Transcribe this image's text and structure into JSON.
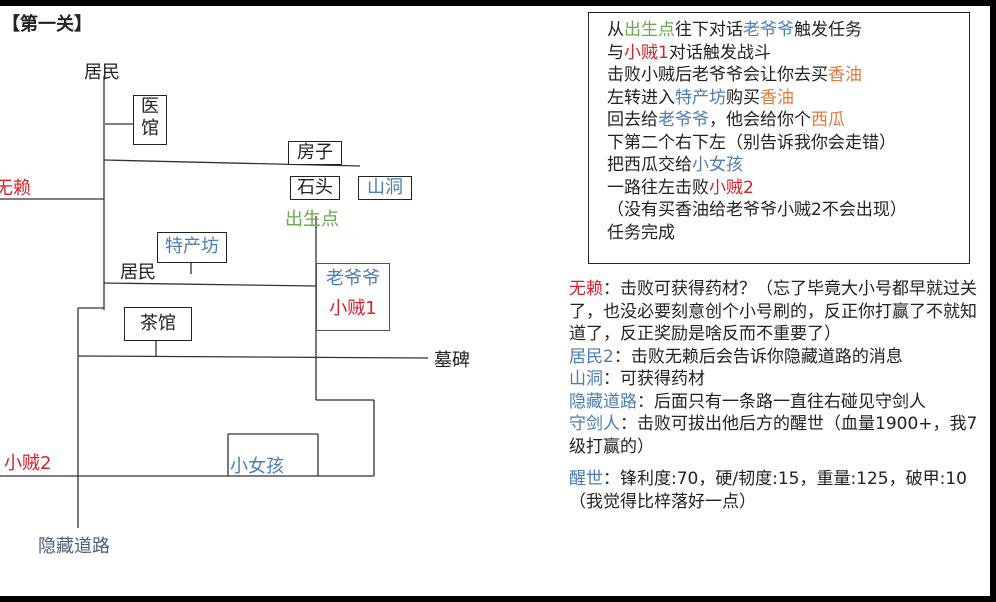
{
  "title": "【第一关】",
  "map": {
    "residents_top": "居民",
    "clinic": "医\n馆",
    "house": "房子",
    "stone": "石头",
    "cave": "山洞",
    "wulai": "无赖",
    "spawn": "出生点",
    "specialty_shop": "特产坊",
    "residents_mid": "居民",
    "grandpa": "老爷爷",
    "thief1": "小贼1",
    "teahouse": "茶馆",
    "tombstone": "墓碑",
    "thief2": "小贼2",
    "girl": "小女孩",
    "hidden_road": "隐藏道路"
  },
  "quest": {
    "l1a": "从",
    "l1b": "出生点",
    "l1c": "往下对话",
    "l1d": "老爷爷",
    "l1e": "触发任务",
    "l2a": "与",
    "l2b": "小贼1",
    "l2c": "对话触发战斗",
    "l3a": "击败小贼后老爷爷会让你去买",
    "l3b": "香油",
    "l4a": "左转进入",
    "l4b": "特产坊",
    "l4c": "购买",
    "l4d": "香油",
    "l5a": "回去给",
    "l5b": "老爷爷",
    "l5c": "，他会给你个",
    "l5d": "西瓜",
    "l6": "下第二个右下左（别告诉我你会走错）",
    "l7a": "把西瓜交给",
    "l7b": "小女孩",
    "l8a": "一路往左击败",
    "l8b": "小贼2",
    "l9": "（没有买香油给老爷爷小贼2不会出现）",
    "l10": "任务完成"
  },
  "notes": {
    "n1a": "无赖",
    "n1b": "：击败可获得药材？（忘了毕竟大小号都早就过关了，也没必要刻意创个小号刷的，反正你打赢了不就知道了，反正奖励是啥反而不重要了）",
    "n2a": "居民2",
    "n2b": "：击败无赖后会告诉你隐藏道路的消息",
    "n3a": "山洞",
    "n3b": "：可获得药材",
    "n4a": "隐藏道路",
    "n4b": "：后面只有一条路一直往右碰见守剑人",
    "n5a": "守剑人",
    "n5b": "：击败可拔出他后方的醒世（血量1900+，我7级打赢的）",
    "n6a": "醒世",
    "n6b": "：锋利度:70，硬/韧度:15，重量:125，破甲:10（我觉得比梓落好一点）"
  },
  "colors": {
    "red": "#d8202a",
    "green": "#6aa84f",
    "blue": "#4a7db8",
    "orange": "#e07b39"
  }
}
